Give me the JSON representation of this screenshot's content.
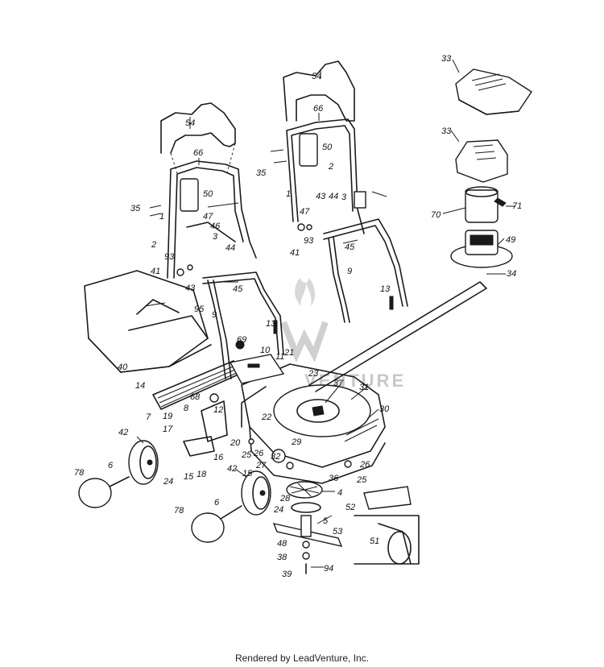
{
  "watermark": {
    "text": "VENTURE",
    "logo": "leadventure-flame-logo"
  },
  "footer": {
    "text": "Rendered by LeadVenture, Inc."
  },
  "callouts": [
    "54",
    "66",
    "50",
    "35",
    "1",
    "47",
    "46",
    "3",
    "2",
    "44",
    "93",
    "41",
    "43",
    "45",
    "9",
    "95",
    "40",
    "14",
    "7",
    "8",
    "68",
    "69",
    "13",
    "10",
    "11",
    "21",
    "23",
    "37",
    "31",
    "30",
    "22",
    "12",
    "19",
    "17",
    "20",
    "16",
    "18",
    "15",
    "24",
    "42",
    "6",
    "78",
    "25",
    "26",
    "27",
    "32",
    "28",
    "36",
    "4",
    "29",
    "5",
    "53",
    "52",
    "51",
    "48",
    "38",
    "39",
    "94",
    "33",
    "70",
    "71",
    "49",
    "34"
  ]
}
